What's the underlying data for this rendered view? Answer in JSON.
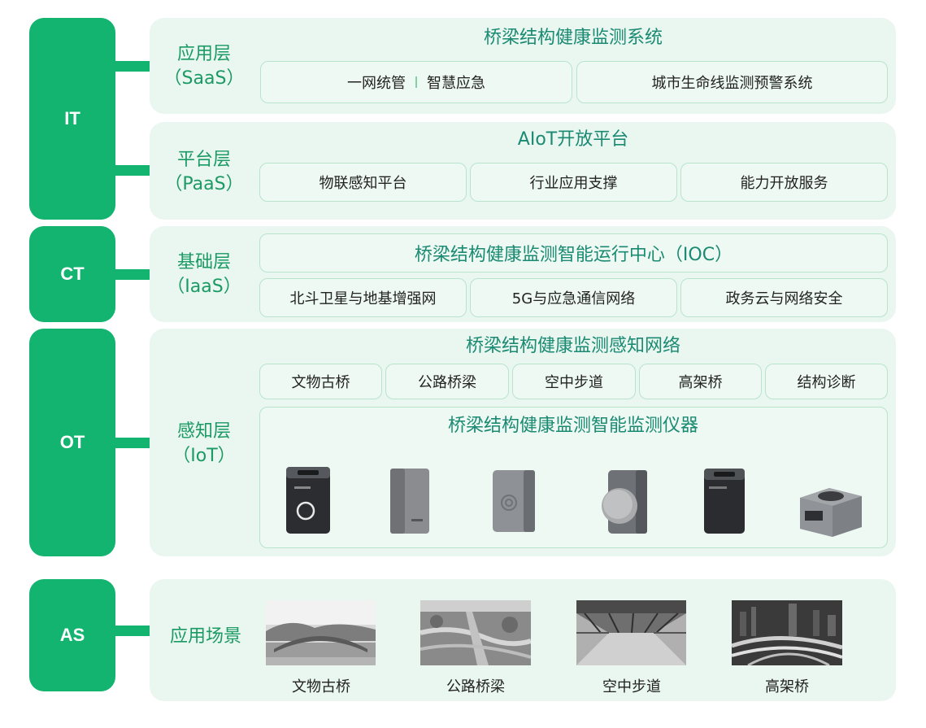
{
  "categories": {
    "it": "IT",
    "ct": "CT",
    "ot": "OT",
    "as": "AS"
  },
  "saas": {
    "label_line1": "应用层",
    "label_line2": "（SaaS）",
    "title": "桥梁结构健康监测系统",
    "box1_a": "一网统管",
    "box1_b": "智慧应急",
    "box2": "城市生命线监测预警系统"
  },
  "paas": {
    "label_line1": "平台层",
    "label_line2": "（PaaS）",
    "title": "AIoT开放平台",
    "items": [
      "物联感知平台",
      "行业应用支撑",
      "能力开放服务"
    ]
  },
  "iaas": {
    "label_line1": "基础层",
    "label_line2": "（IaaS）",
    "title": "桥梁结构健康监测智能运行中心（IOC）",
    "items": [
      "北斗卫星与地基增强网",
      "5G与应急通信网络",
      "政务云与网络安全"
    ]
  },
  "iot": {
    "label_line1": "感知层",
    "label_line2": "（IoT）",
    "title": "桥梁结构健康监测感知网络",
    "items": [
      "文物古桥",
      "公路桥梁",
      "空中步道",
      "高架桥",
      "结构诊断"
    ],
    "instruments_title": "桥梁结构健康监测智能监测仪器",
    "devices": [
      "device-camera-terminal",
      "device-gray-box",
      "device-sensor-panel",
      "device-round-sensor",
      "device-black-terminal",
      "device-display-box"
    ]
  },
  "scenes": {
    "label": "应用场景",
    "items": [
      "文物古桥",
      "公路桥梁",
      "空中步道",
      "高架桥"
    ]
  },
  "colors": {
    "accent": "#12b46f",
    "panel": "#eaf7f0",
    "title_teal": "#1a8a72",
    "label_green": "#1b9a64"
  }
}
